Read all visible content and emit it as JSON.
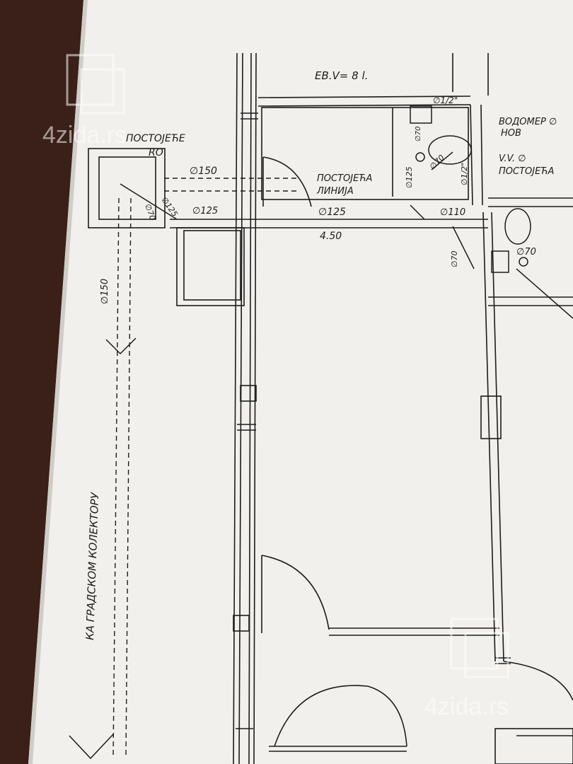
{
  "labels": {
    "existing_ro": "ПОСТОЈЕЋЕ",
    "ro": "RO",
    "existing_line_1": "ПОСТОЈЕЋА",
    "existing_line_2": "ЛИНИЈА",
    "ev": "EB.V= 8 l.",
    "water_meter": "ВОДОМЕР ∅",
    "new": "НОВ",
    "vv": "V.V. ∅",
    "existing_vv": "ПОСТОЈЕЋА",
    "to_city_collector": "КА ГРАДСКОМ КОЛЕКТОРУ",
    "d150_a": "∅150",
    "d150_b": "∅150",
    "d125_a": "∅125",
    "d125_b": "∅125",
    "d125_c": "∅125",
    "d125_v": "∅125",
    "d110": "∅110",
    "d70_a": "∅70",
    "d70_b": "∅70",
    "d70_c": "∅70",
    "d70_d": "∅70",
    "d70_e": "∅70",
    "d12": "∅1/2\"",
    "d12_b": "∅1/2\"",
    "dimension": "4.50"
  },
  "watermark": {
    "text": "4zida.rs"
  },
  "colors": {
    "paper": "#f3f2ee",
    "ink": "#1c1c1c",
    "table": "#3a2018"
  }
}
